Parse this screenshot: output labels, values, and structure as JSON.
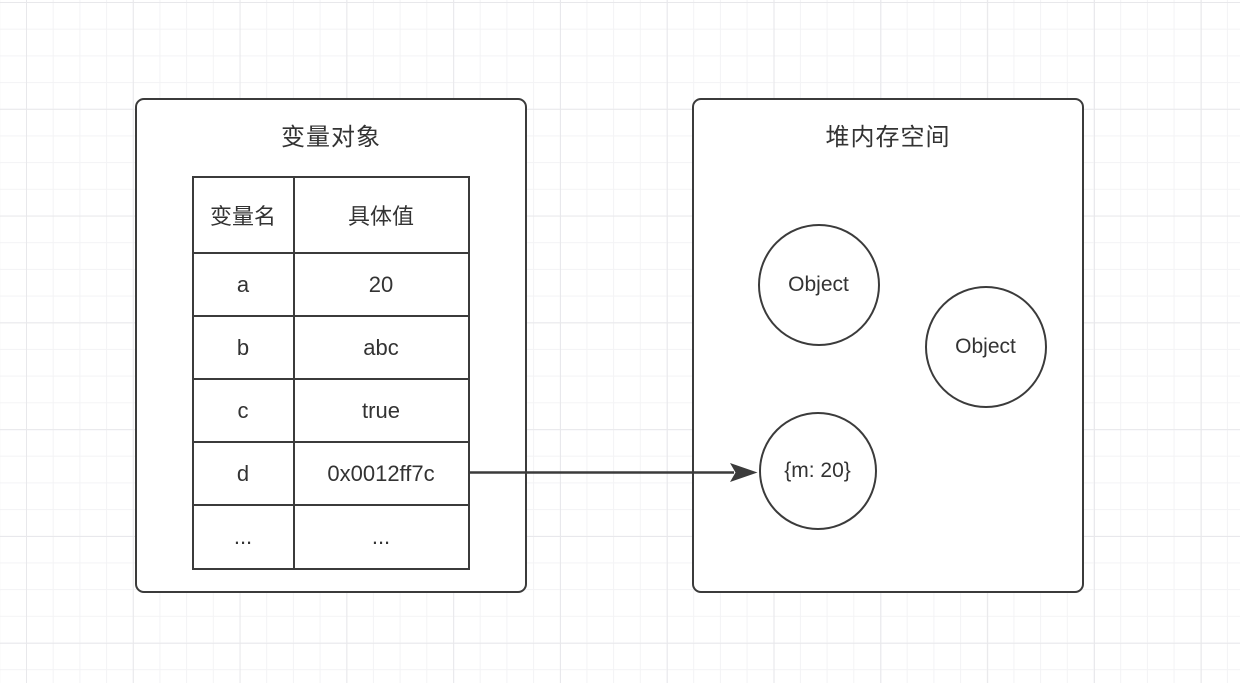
{
  "diagram": {
    "left_box": {
      "title": "变量对象",
      "table": {
        "headers": [
          "变量名",
          "具体值"
        ],
        "rows": [
          {
            "name": "a",
            "value": "20"
          },
          {
            "name": "b",
            "value": "abc"
          },
          {
            "name": "c",
            "value": "true"
          },
          {
            "name": "d",
            "value": "0x0012ff7c"
          },
          {
            "name": "...",
            "value": "..."
          }
        ]
      }
    },
    "right_box": {
      "title": "堆内存空间",
      "circles": [
        {
          "label": "Object"
        },
        {
          "label": "Object"
        },
        {
          "label": "{m: 20}"
        }
      ]
    },
    "arrow": {
      "from_value": "0x0012ff7c",
      "to_label": "{m: 20}"
    },
    "colors": {
      "stroke": "#3b3b3b",
      "text": "#333333",
      "fill": "#ffffff",
      "grid_minor": "#f3f3f5",
      "grid_major": "#e8e8eb"
    }
  }
}
